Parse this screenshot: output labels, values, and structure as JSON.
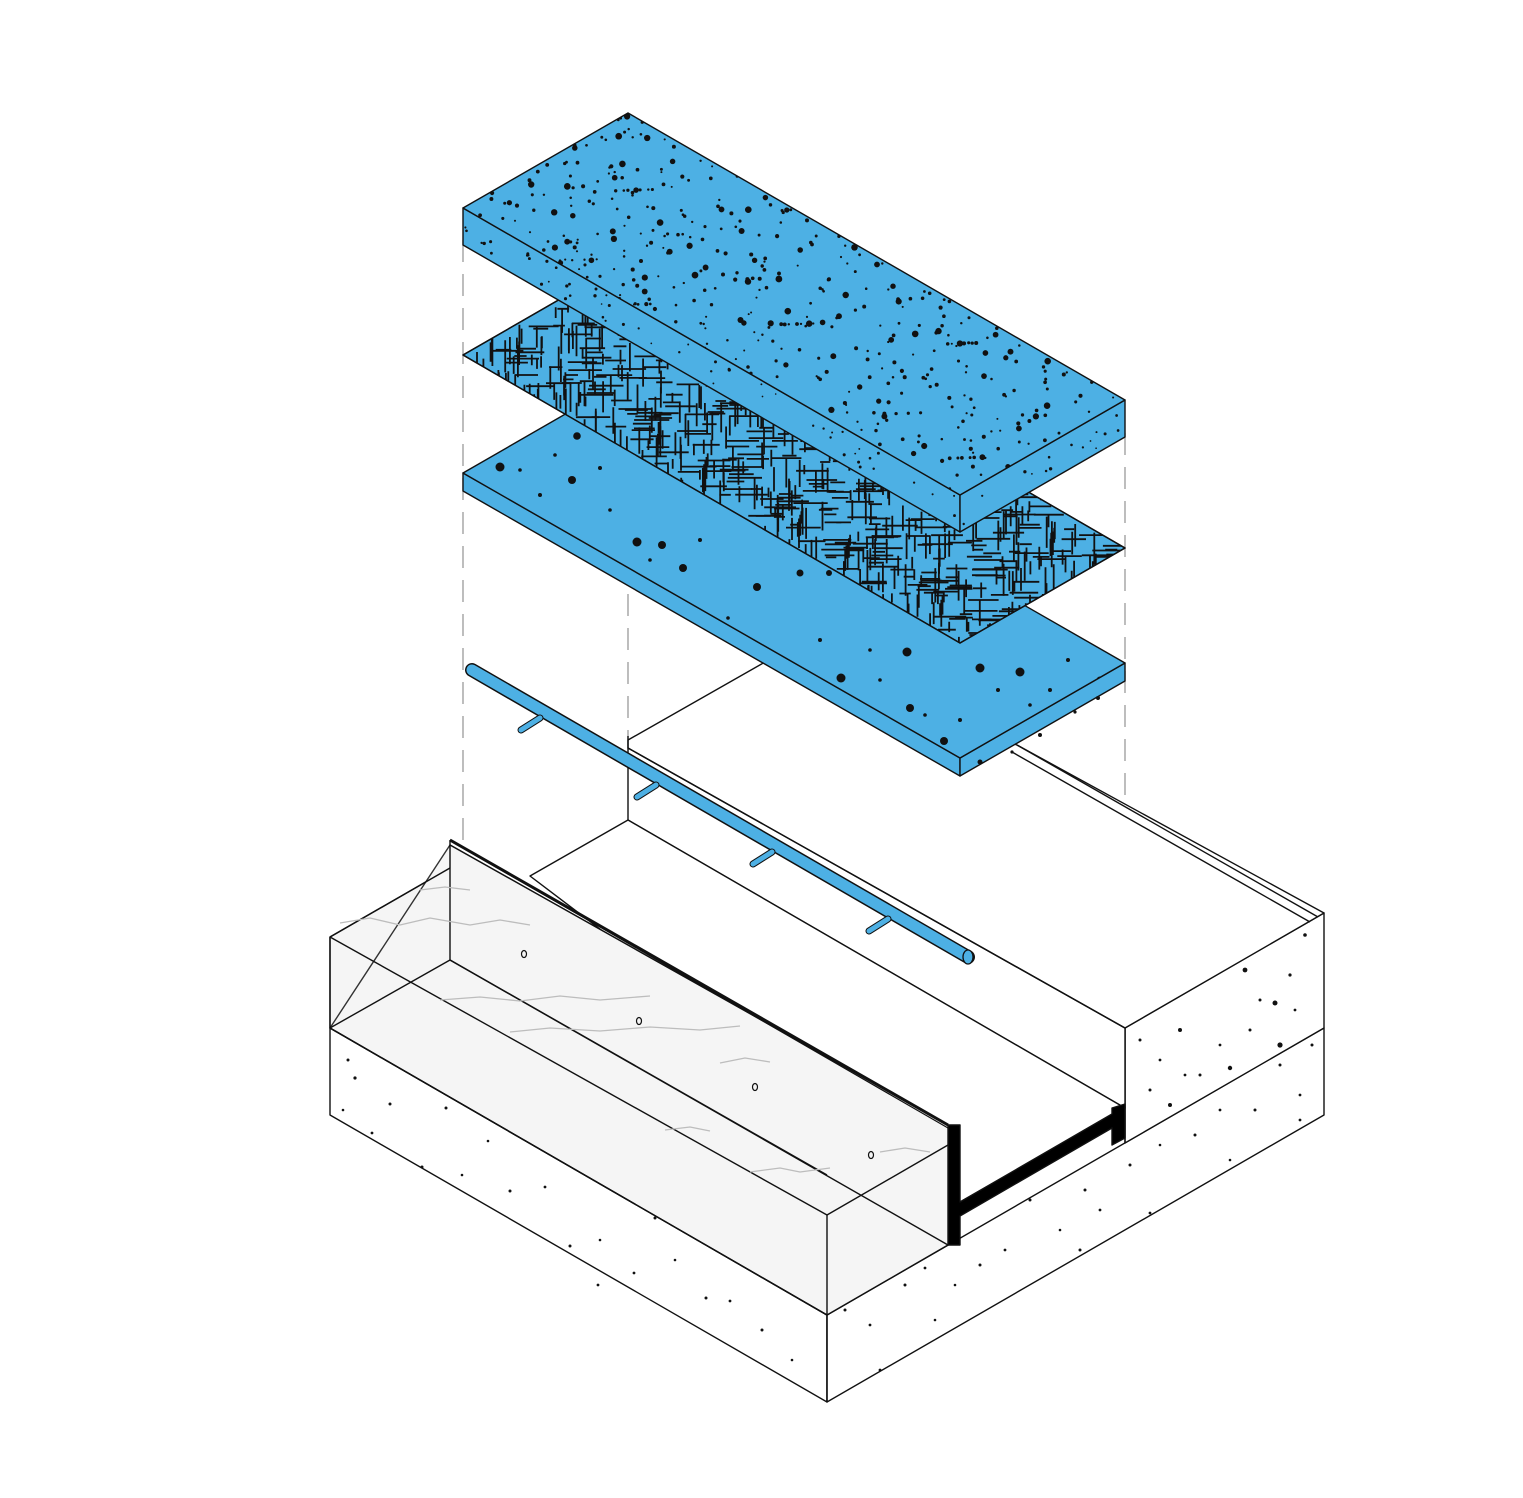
{
  "colors": {
    "accent": "#4DB0E4",
    "ink": "#111111",
    "glass": "#F5F5F5",
    "guide": "#9A9A9A",
    "crack": "#BDBDBD",
    "background": "#FFFFFF"
  },
  "icons": {
    "top_layer": "aggregate-concrete-slab",
    "middle_layer": "fiber-mesh-sheet",
    "bottom_layer": "coarse-aggregate-slab",
    "pipe": "irrigation-pipe-with-emitters",
    "base": "soil-foundation-block",
    "channel": "steel-u-channel"
  }
}
